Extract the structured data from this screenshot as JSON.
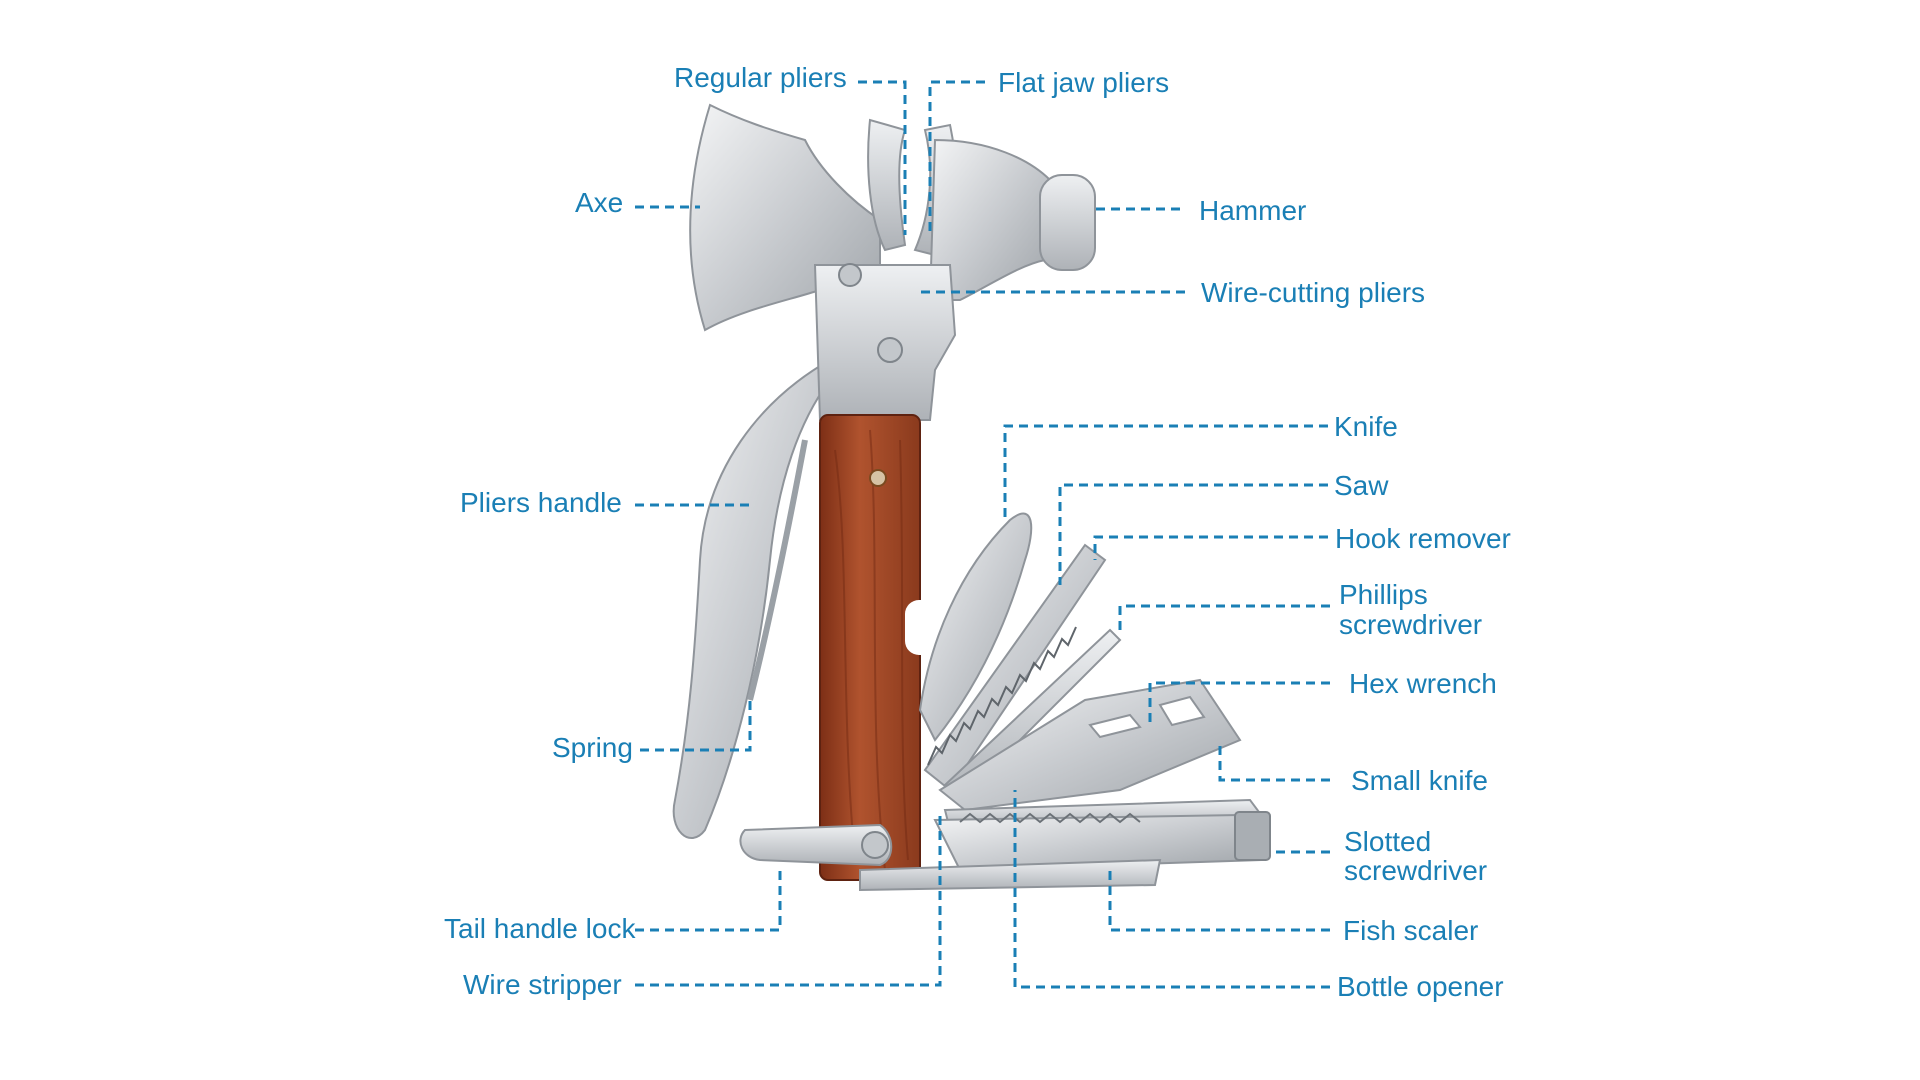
{
  "colors": {
    "label": "#1a7fb5",
    "steel": "#d7dade",
    "wood": "#a64a2a",
    "background": "#ffffff"
  },
  "labels": {
    "regular_pliers": "Regular pliers",
    "flat_jaw_pliers": "Flat jaw pliers",
    "axe": "Axe",
    "hammer": "Hammer",
    "wire_cutting_pliers": "Wire-cutting pliers",
    "knife": "Knife",
    "saw": "Saw",
    "hook_remover": "Hook remover",
    "phillips_line1": "Phillips",
    "phillips_line2": "screwdriver",
    "pliers_handle": "Pliers handle",
    "hex_wrench": "Hex wrench",
    "small_knife": "Small knife",
    "spring": "Spring",
    "slotted_line1": "Slotted",
    "slotted_line2": "screwdriver",
    "tail_handle_lock": "Tail handle lock",
    "fish_scaler": "Fish scaler",
    "wire_stripper": "Wire stripper",
    "bottle_opener": "Bottle opener"
  }
}
